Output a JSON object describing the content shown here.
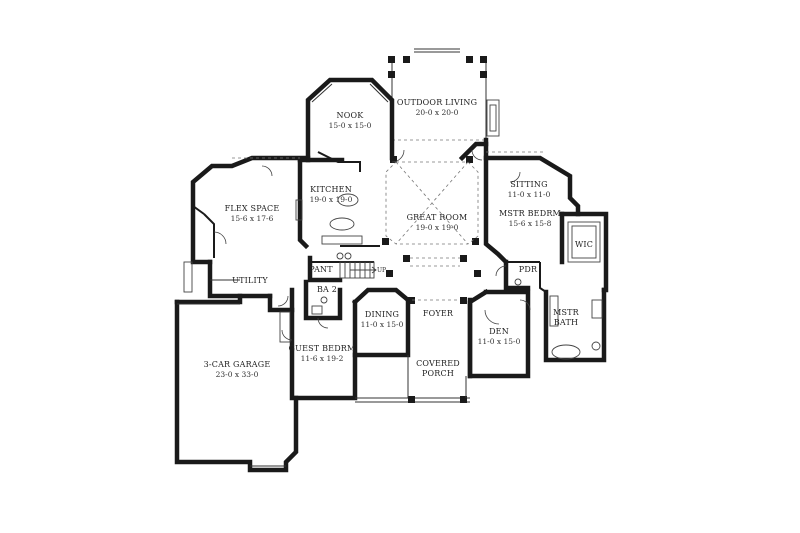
{
  "rooms": {
    "outdoor_living": {
      "name": "OUTDOOR LIVING",
      "dim": "20-0 x 20-0"
    },
    "nook": {
      "name": "NOOK",
      "dim": "15-0 x 15-0"
    },
    "kitchen": {
      "name": "KITCHEN",
      "dim": "19-0 x 19-0"
    },
    "flex_space": {
      "name": "FLEX SPACE",
      "dim": "15-6 x 17-6"
    },
    "great_room": {
      "name": "GREAT ROOM",
      "dim": "19-0 x 19-0"
    },
    "sitting": {
      "name": "SITTING",
      "dim": "11-0 x 11-0"
    },
    "mstr_bedrm": {
      "name": "MSTR BEDRM",
      "dim": "15-6 x 15-8"
    },
    "wic": {
      "name": "WIC"
    },
    "pdr": {
      "name": "PDR"
    },
    "mstr_bath": {
      "name": "MSTR",
      "name2": "BATH"
    },
    "den": {
      "name": "DEN",
      "dim": "11-0 x 15-0"
    },
    "foyer": {
      "name": "FOYER"
    },
    "covered_porch": {
      "name": "COVERED",
      "name2": "PORCH"
    },
    "dining": {
      "name": "DINING",
      "dim": "11-0 x 15-0"
    },
    "guest_bedrm": {
      "name": "GUEST BEDRM",
      "dim": "11-6 x 19-2"
    },
    "pant": {
      "name": "PANT"
    },
    "ba2": {
      "name": "BA 2"
    },
    "utility": {
      "name": "UTILITY"
    },
    "garage": {
      "name": "3-CAR GARAGE",
      "dim": "23-0 x 33-0"
    }
  },
  "stair_note": "UP"
}
